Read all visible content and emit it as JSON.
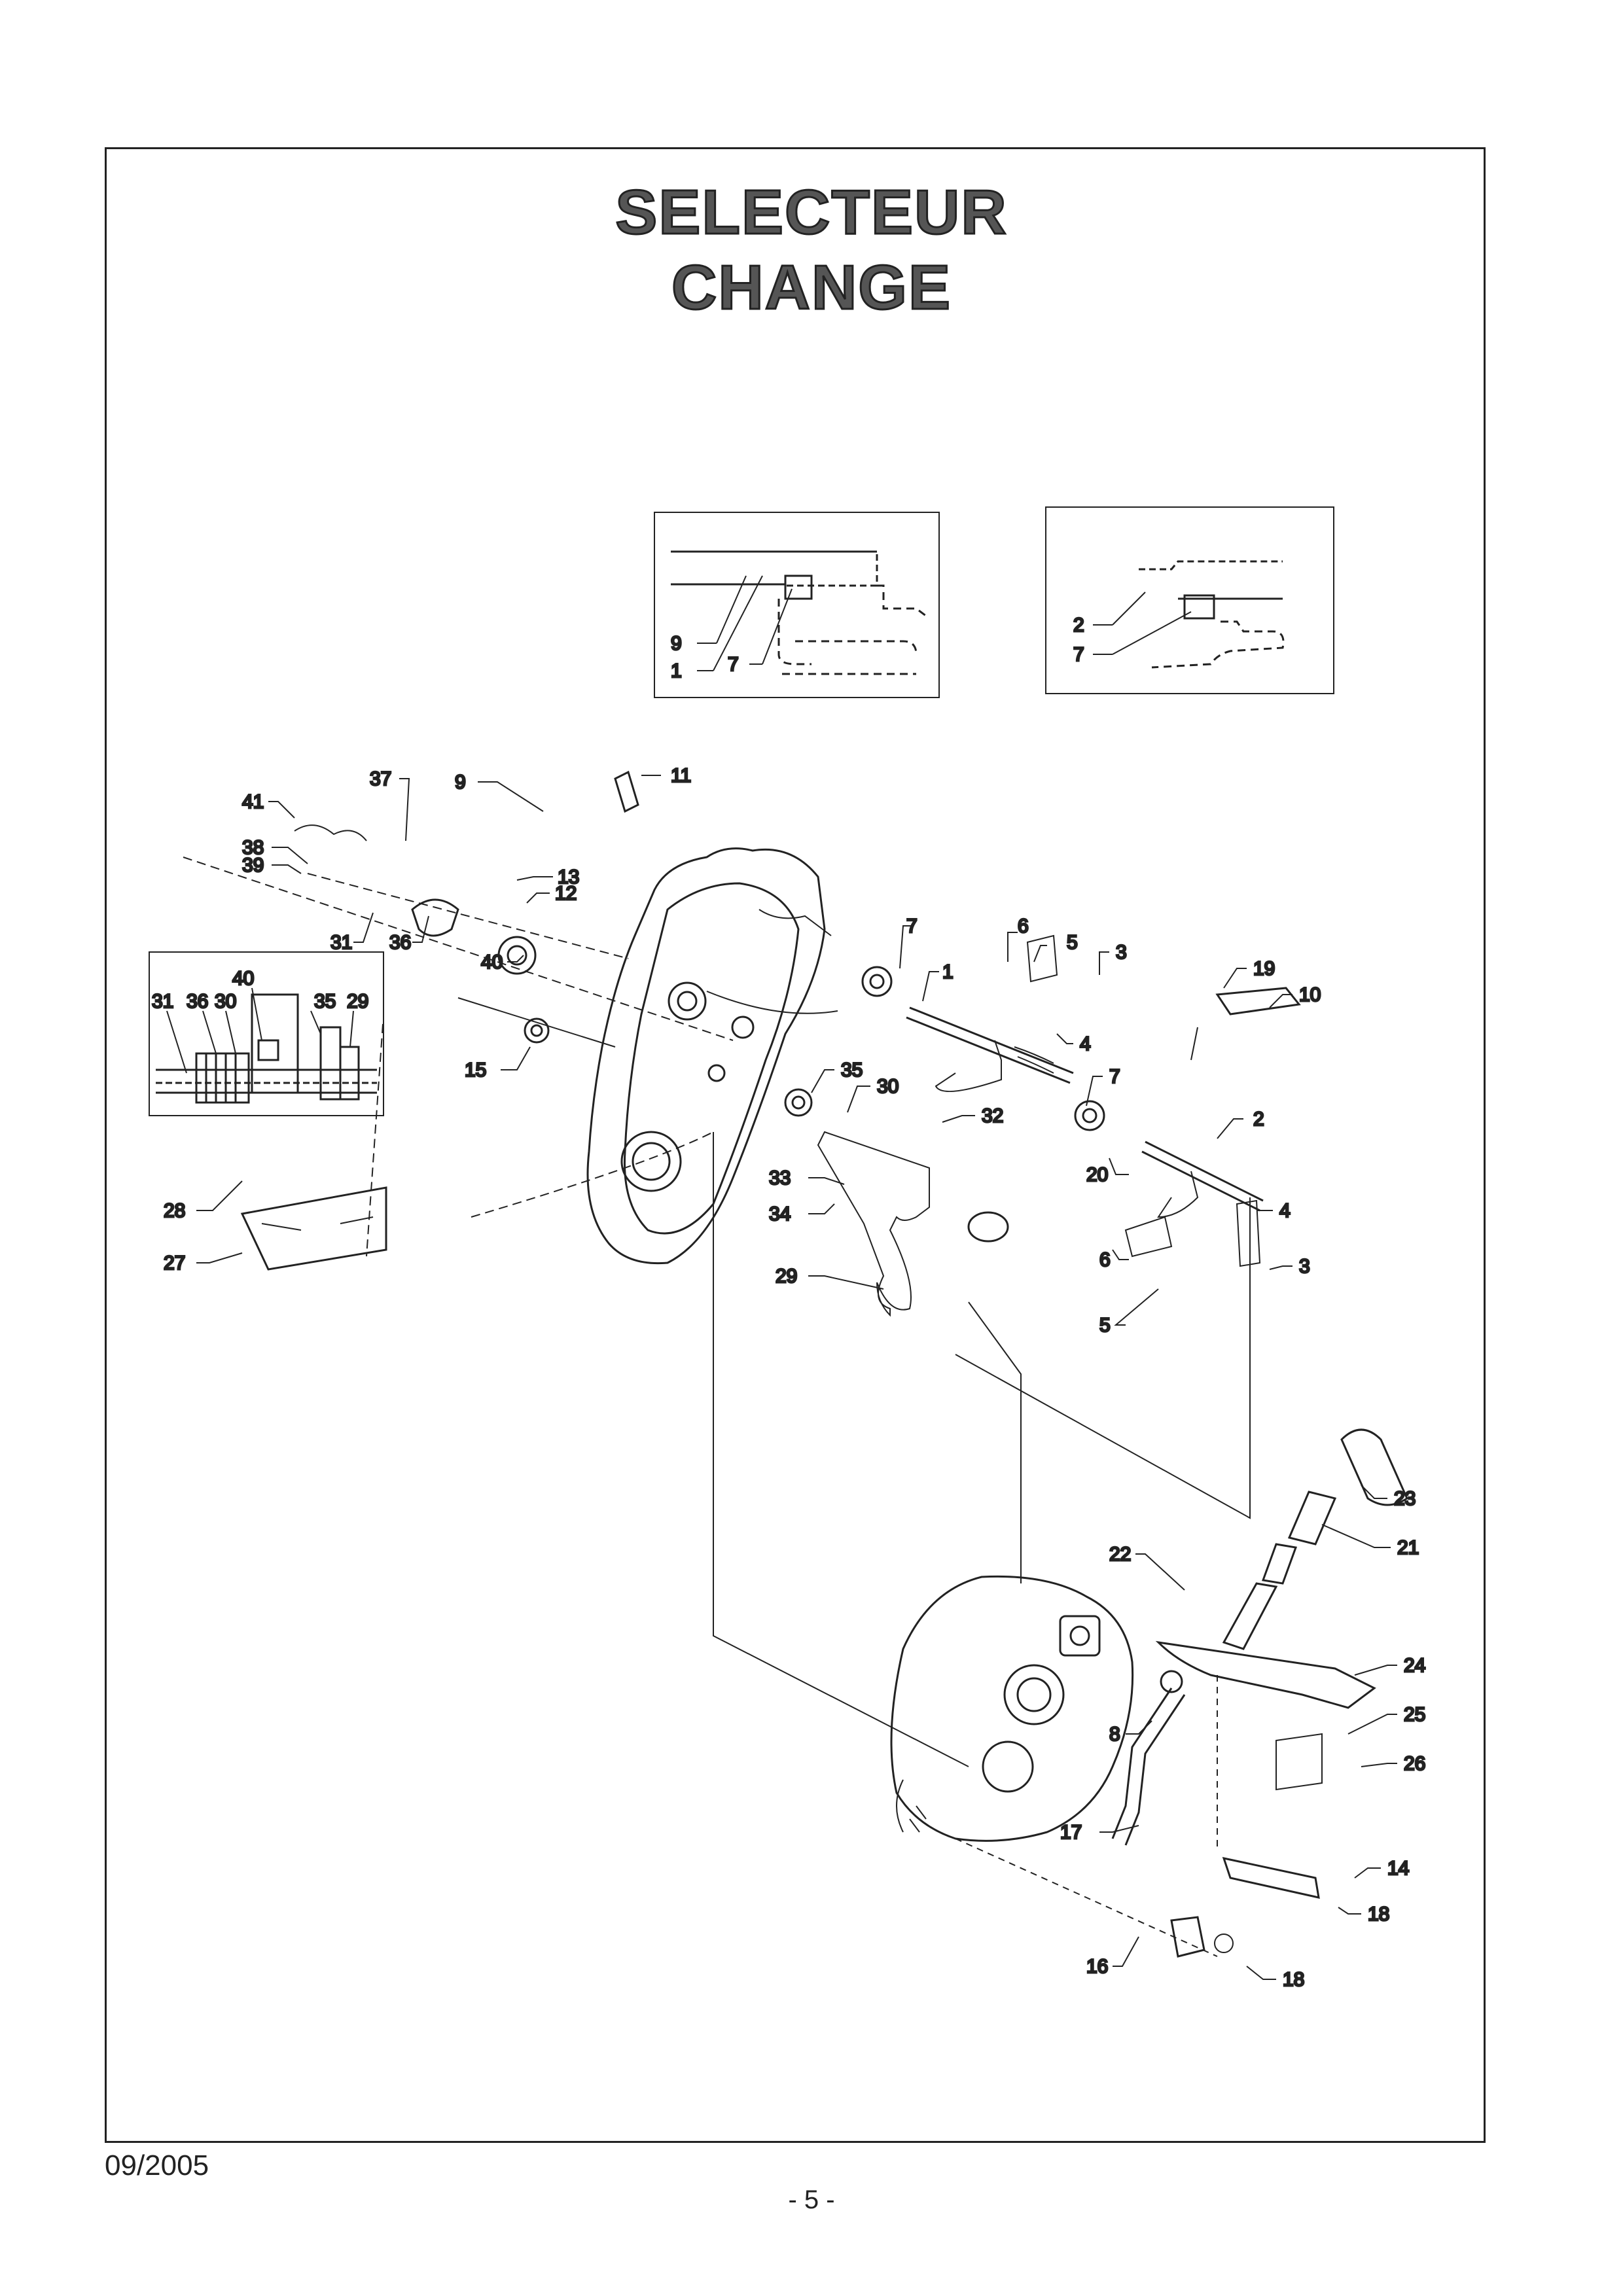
{
  "document": {
    "title_line1": "SELECTEUR",
    "title_line2": "CHANGE",
    "date": "09/2005",
    "page": "- 5 -"
  },
  "inset_left": {
    "labels": [
      "9",
      "1",
      "7"
    ]
  },
  "inset_right": {
    "labels": [
      "2",
      "7"
    ]
  },
  "inset_cross_section": {
    "labels": [
      "40",
      "31",
      "36",
      "30",
      "35",
      "29"
    ]
  },
  "callouts": {
    "c37": "37",
    "c9": "9",
    "c11": "11",
    "c41": "41",
    "c38": "38",
    "c39": "39",
    "c13": "13",
    "c12": "12",
    "c31": "31",
    "c36": "36",
    "c40": "40",
    "c7a": "7",
    "c6a": "6",
    "c5a": "5",
    "c3a": "3",
    "c1": "1",
    "c4a": "4",
    "c19": "19",
    "c10": "10",
    "c15": "15",
    "c35": "35",
    "c30": "30",
    "c7b": "7",
    "c2": "2",
    "c32": "32",
    "c33": "33",
    "c34": "34",
    "c20": "20",
    "c4b": "4",
    "c6b": "6",
    "c3b": "3",
    "c5b": "5",
    "c28": "28",
    "c27": "27",
    "c29": "29",
    "c23": "23",
    "c21": "21",
    "c22": "22",
    "c24": "24",
    "c8": "8",
    "c25": "25",
    "c26": "26",
    "c17": "17",
    "c14": "14",
    "c18a": "18",
    "c16": "16",
    "c18b": "18"
  }
}
